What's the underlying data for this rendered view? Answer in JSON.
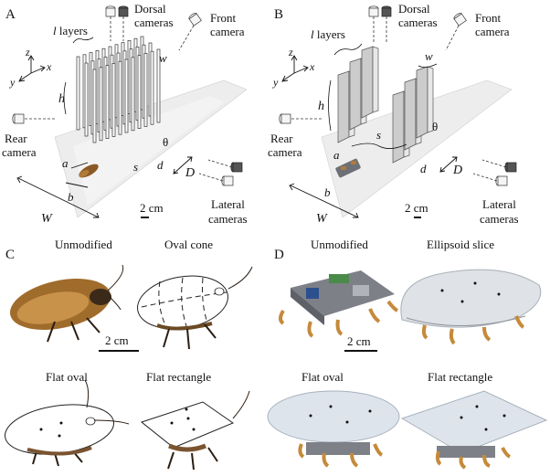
{
  "panels": {
    "A": {
      "letter": "A",
      "dorsal": "Dorsal",
      "dorsal2": "cameras",
      "front": "Front",
      "front2": "camera",
      "rear": "Rear",
      "rear2": "camera",
      "lateral": "Lateral",
      "lateral2": "cameras",
      "layers_l": "l",
      "layers_word": " layers",
      "w": "w",
      "h": "h",
      "theta": "θ",
      "s": "s",
      "d": "d",
      "D": "D",
      "a": "a",
      "b": "b",
      "W": "W",
      "scale": "2 cm",
      "axis_z": "z",
      "axis_x": "x",
      "axis_y": "y"
    },
    "B": {
      "letter": "B",
      "dorsal": "Dorsal",
      "dorsal2": "cameras",
      "front": "Front",
      "front2": "camera",
      "rear": "Rear",
      "rear2": "camera",
      "lateral": "Lateral",
      "lateral2": "cameras",
      "layers_l": "l",
      "layers_word": " layers",
      "w": "w",
      "h": "h",
      "theta": "θ",
      "s": "s",
      "d": "d",
      "D": "D",
      "a": "a",
      "b": "b",
      "W": "W",
      "scale": "2 cm",
      "axis_z": "z",
      "axis_x": "x",
      "axis_y": "y"
    },
    "C": {
      "letter": "C",
      "unmodified": "Unmodified",
      "oval_cone": "Oval cone",
      "flat_oval": "Flat oval",
      "flat_rectangle": "Flat rectangle",
      "scale": "2 cm"
    },
    "D": {
      "letter": "D",
      "unmodified": "Unmodified",
      "ellipsoid_slice": "Ellipsoid slice",
      "flat_oval": "Flat oval",
      "flat_rectangle": "Flat rectangle",
      "scale": "2 cm"
    }
  },
  "colors": {
    "floor": "#ececec",
    "pillar": "#d9d9d9",
    "cockroach": "#9a6a2c",
    "shell": "#e9ecef",
    "robot": "#7c7f86"
  }
}
